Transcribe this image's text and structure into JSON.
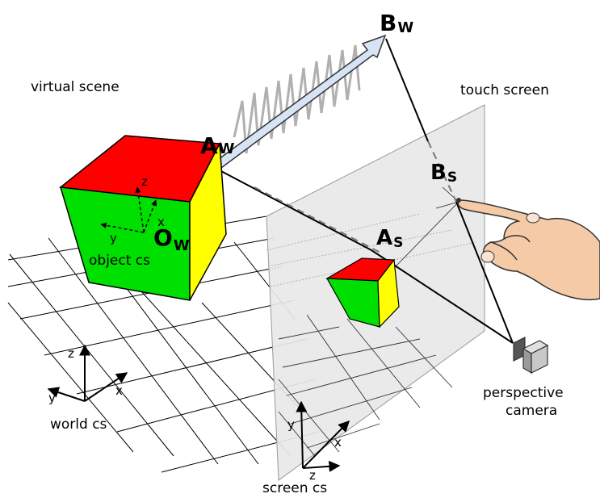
{
  "labels": {
    "virtual_scene": "virtual scene",
    "touch_screen": "touch screen",
    "object_cs": "object cs",
    "world_cs": "world cs",
    "screen_cs": "screen cs",
    "perspective": "perspective",
    "camera": "camera"
  },
  "points": {
    "a_w": {
      "main": "A",
      "sub": "W"
    },
    "b_w": {
      "main": "B",
      "sub": "W"
    },
    "a_s": {
      "main": "A",
      "sub": "S"
    },
    "b_s": {
      "main": "B",
      "sub": "S"
    },
    "o_w": {
      "main": "O",
      "sub": "W"
    }
  },
  "axes": {
    "object": {
      "x": "x",
      "y": "y",
      "z": "z"
    },
    "world": {
      "x": "x",
      "y": "y",
      "z": "z"
    },
    "screen": {
      "x": "x",
      "y": "y",
      "z": "z"
    }
  },
  "colors": {
    "cube_top": "#ff0000",
    "cube_front": "#00e000",
    "cube_side": "#ffff00",
    "screen_fill": "#e8e8e8",
    "arrow_fill": "#d6e4f5",
    "spring": "#b0b0b0"
  },
  "icons": [
    "hand-icon",
    "camera-icon"
  ]
}
